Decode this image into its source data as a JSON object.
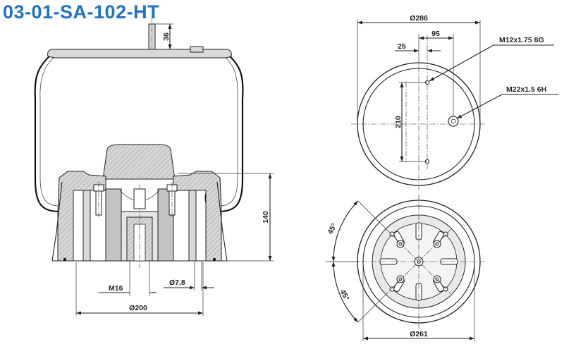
{
  "title": "03-01-SA-102-HT",
  "colors": {
    "title": "#1f73c4",
    "line": "#222222",
    "fill": "#d9d9d9",
    "hatch": "#8a8a8a"
  },
  "side_view": {
    "dim_stud_height": "36",
    "dim_height": "140",
    "dim_thread": "M16",
    "dim_hole": "Ø7,8",
    "dim_base_diameter": "Ø200"
  },
  "top_view": {
    "dim_diameter": "Ø286",
    "dim_offset_95": "95",
    "dim_offset_25": "25",
    "dim_spacing": "210",
    "callout_small_thread": "M12x1.75 6G",
    "callout_large_thread": "M22x1.5 6H"
  },
  "bottom_view": {
    "dim_angle_upper": "45°",
    "dim_angle_lower": "45°",
    "dim_diameter": "Ø261"
  }
}
